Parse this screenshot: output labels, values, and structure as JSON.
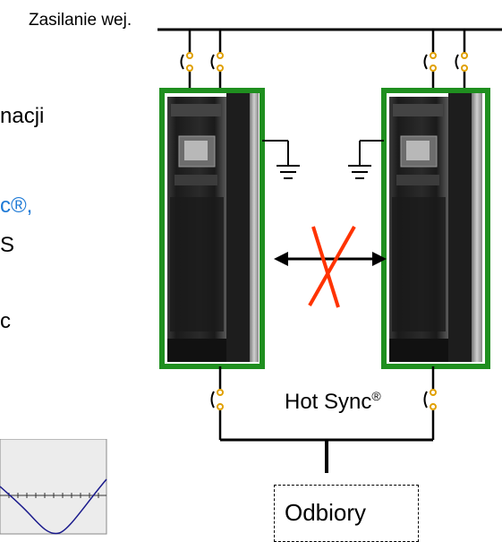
{
  "colors": {
    "frame": "#1f8f1f",
    "cross": "#ff3300",
    "line": "#000000",
    "left_text_blue": "#1e7ad6",
    "cabinet_dark": "#222222",
    "sine": "#1a1a8c"
  },
  "labels": {
    "input_supply": "Zasilanie wej.",
    "hot_sync": "Hot Sync",
    "hot_sync_mark": "®",
    "loads": "Odbiory"
  },
  "left_text_fragments": [
    "nacji",
    "c®,",
    "S",
    "c"
  ],
  "icons": [
    "breaker-icon",
    "ground-icon",
    "bidirectional-arrow-icon",
    "x-cross-icon",
    "ups-cabinet-icon",
    "sine-wave-icon"
  ]
}
